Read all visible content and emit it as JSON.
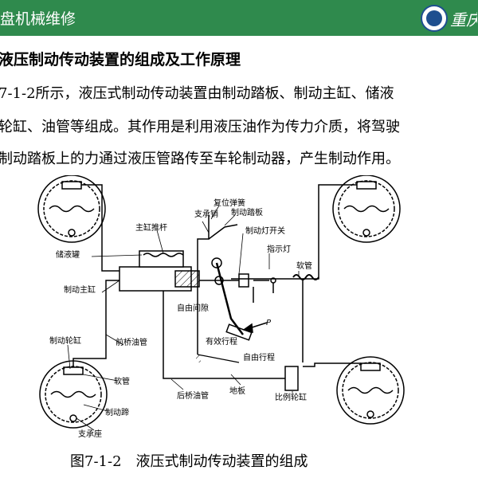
{
  "header": {
    "title": "盘机械维修",
    "logo_text": "重庆",
    "bg_color": "#2f8a4d"
  },
  "section_title": "液压制动传动装置的组成及工作原理",
  "paragraph": {
    "line1": "7-1-2所示，液压式制动传动装置由制动踏板、制动主缸、储液",
    "line2": "轮缸、油管等组成。其作用是利用液压油作为传力介质，将驾驶",
    "line3": "制动踏板上的力通过液压管路传至车轮制动器，产生制动作用。"
  },
  "diagram": {
    "labels": {
      "reset_spring": "复位弹簧",
      "support_pin": "支承销",
      "brake_pedal": "制动踏板",
      "master_push_rod": "主缸推杆",
      "brake_light_switch": "制动灯开关",
      "indicator_light": "指示灯",
      "reservoir": "储液罐",
      "master_cylinder": "制动主缸",
      "hose_right": "软管",
      "free_gap": "自由间隙",
      "force": "P",
      "effective_travel": "有效行程",
      "free_travel": "自由行程",
      "wheel_cylinder": "制动轮缸",
      "front_pipe": "前桥油管",
      "hose_left": "软管",
      "brake_shoe": "制动蹄",
      "support_seat": "支承座",
      "rear_pipe": "后桥油管",
      "floor": "地板",
      "proportion_cylinder": "比例轮缸"
    }
  },
  "caption": "图7-1-2　液压式制动传动装置的组成"
}
